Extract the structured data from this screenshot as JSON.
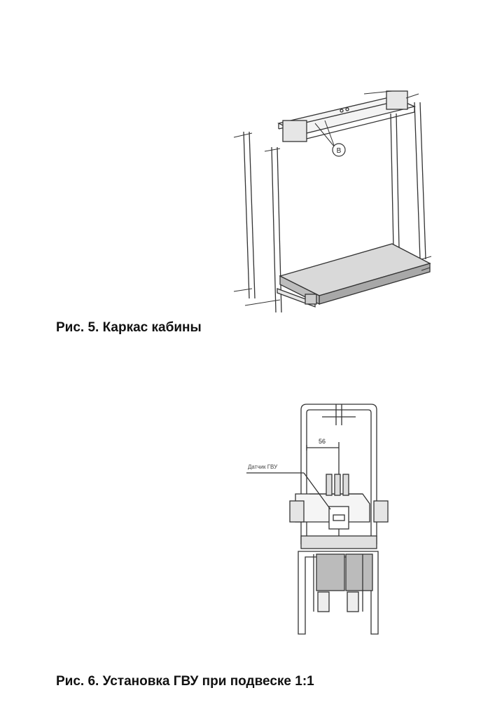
{
  "figures": [
    {
      "caption": "Рис. 5. Каркас кабины",
      "callout": "B"
    },
    {
      "caption": "Рис. 6. Установка ГВУ при подвеске 1:1",
      "dimension": "56",
      "sensor_label": "Датчик ГВУ"
    }
  ]
}
